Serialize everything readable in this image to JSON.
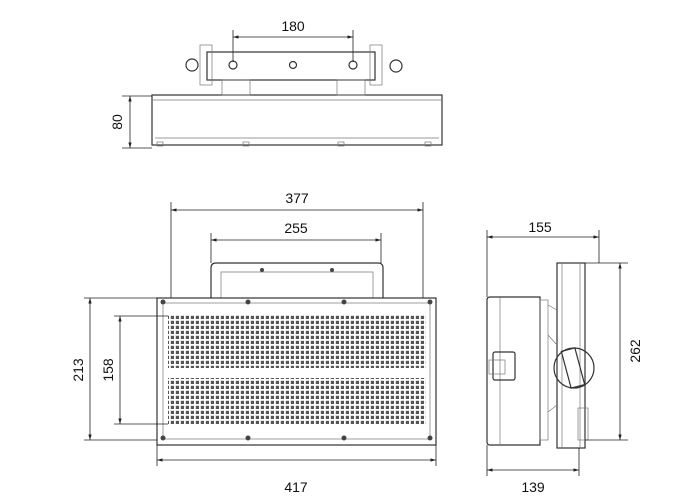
{
  "dimensions": {
    "top_mount_spacing": "180",
    "top_height": "80",
    "front_bracket_outer": "377",
    "front_bracket_inner": "255",
    "front_total_height": "213",
    "front_panel_height": "158",
    "front_width": "417",
    "side_depth_top": "155",
    "side_height": "262",
    "side_depth_bottom": "139"
  },
  "colors": {
    "line": "#333333",
    "background": "#ffffff"
  }
}
